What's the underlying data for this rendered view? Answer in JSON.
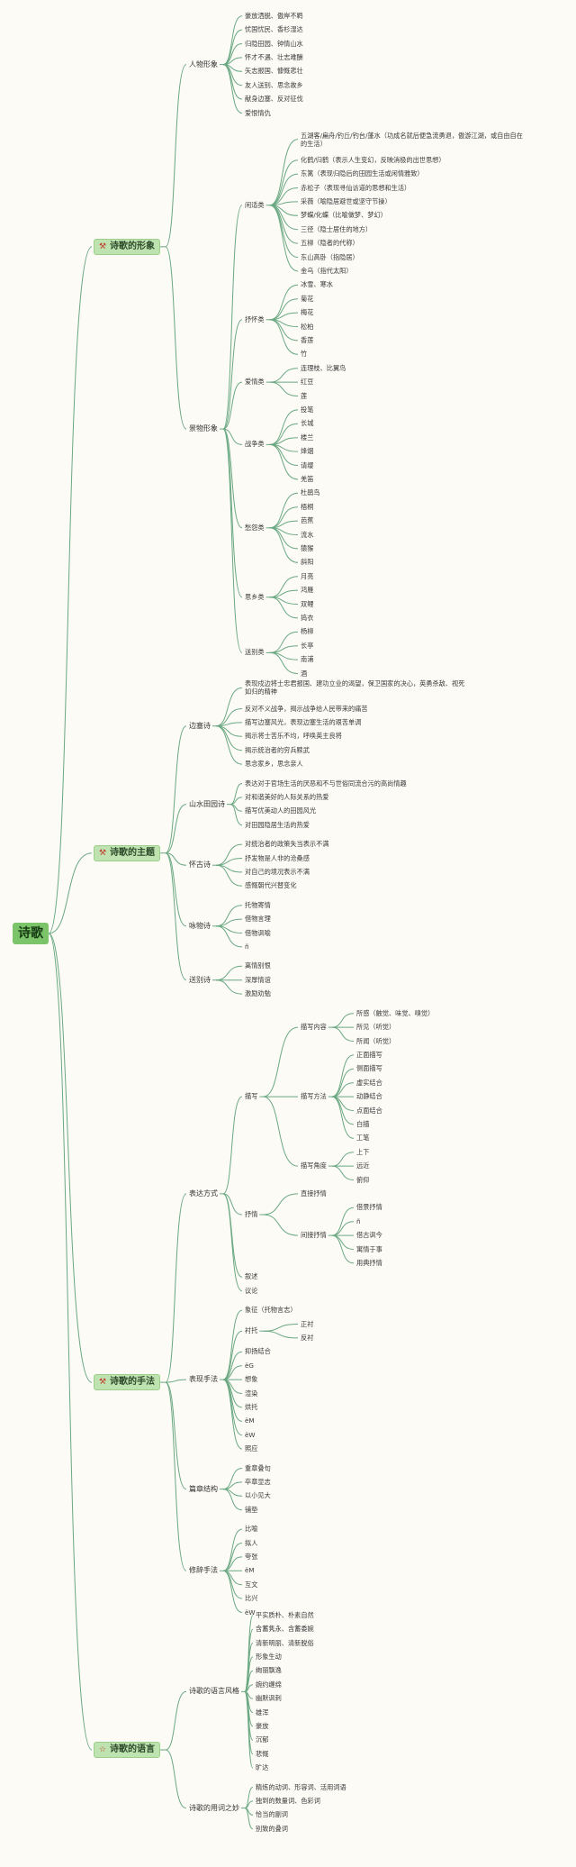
{
  "root": "诗歌",
  "branches": [
    {
      "label": "诗歌的形象",
      "icon": "tools-icon",
      "children": [
        {
          "label": "人物形象",
          "children": [
            {
              "label": "豪放洒脱、傲岸不羁"
            },
            {
              "label": "忧国忧民、香杉湿达"
            },
            {
              "label": "归隐田园、钟情山水"
            },
            {
              "label": "怀才不遇、壮志难酬"
            },
            {
              "label": "矢志报国、慷慨悲壮"
            },
            {
              "label": "友人送别、思念故乡"
            },
            {
              "label": "献身边塞、反对征伐"
            },
            {
              "label": "爱恨情仇"
            }
          ]
        },
        {
          "label": "景物形象",
          "children": [
            {
              "label": "闲适类",
              "children": [
                {
                  "label": "五湖客/扁舟/钓丘/钓台/蓬水（功成名就后便急流勇退，傲游江湖，或自由自在的生活）"
                },
                {
                  "label": "化鹤/归鹤（表示人生变幻，反映消极的出世思想）"
                },
                {
                  "label": "东篱（表现归隐后的田园生活或闲情雅致）"
                },
                {
                  "label": "赤松子（表现寻仙访道的思想和生活）"
                },
                {
                  "label": "采薇（喻隐居避世或坚守节操）"
                },
                {
                  "label": "梦蝶/化蝶（比喻做梦、梦幻）"
                },
                {
                  "label": "三径（隐士居住的地方）"
                },
                {
                  "label": "五柳（隐者的代称）"
                },
                {
                  "label": "东山高卧（指隐居）"
                },
                {
                  "label": "金乌（指代太阳）"
                }
              ]
            },
            {
              "label": "抒怀类",
              "children": [
                {
                  "label": "冰雪、寒水"
                },
                {
                  "label": "菊花"
                },
                {
                  "label": "梅花"
                },
                {
                  "label": "松柏"
                },
                {
                  "label": "香莲"
                },
                {
                  "label": "竹"
                }
              ]
            },
            {
              "label": "爱情类",
              "children": [
                {
                  "label": "连理枝、比翼鸟"
                },
                {
                  "label": "红豆"
                },
                {
                  "label": "莲"
                }
              ]
            },
            {
              "label": "战争类",
              "children": [
                {
                  "label": "投笔"
                },
                {
                  "label": "长城"
                },
                {
                  "label": "楼兰"
                },
                {
                  "label": "烽烟"
                },
                {
                  "label": "请缨"
                },
                {
                  "label": "羌笛"
                }
              ]
            },
            {
              "label": "愁怨类",
              "children": [
                {
                  "label": "杜鹃鸟"
                },
                {
                  "label": "梧桐"
                },
                {
                  "label": "芭蕉"
                },
                {
                  "label": "流水"
                },
                {
                  "label": "猿猴"
                },
                {
                  "label": "斜阳"
                }
              ]
            },
            {
              "label": "思乡类",
              "children": [
                {
                  "label": "月亮"
                },
                {
                  "label": "鸿雁"
                },
                {
                  "label": "双鲤"
                },
                {
                  "label": "捣衣"
                }
              ]
            },
            {
              "label": "送别类",
              "children": [
                {
                  "label": "杨柳"
                },
                {
                  "label": "长亭"
                },
                {
                  "label": "南浦"
                },
                {
                  "label": "酒"
                }
              ]
            }
          ]
        }
      ]
    },
    {
      "label": "诗歌的主题",
      "icon": "tools-icon",
      "children": [
        {
          "label": "边塞诗",
          "children": [
            {
              "label": "表现戍边将士忠君报国、建功立业的渴望，保卫国家的决心，英勇杀敌、视死如归的精神"
            },
            {
              "label": "反对不义战争，揭示战争给人民带来的痛苦"
            },
            {
              "label": "描写边塞风光，表现边塞生活的艰苦单调"
            },
            {
              "label": "揭示将士苦乐不均，呼唤英主良将"
            },
            {
              "label": "揭示统治者的穷兵黩武"
            },
            {
              "label": "思念家乡，思念亲人"
            }
          ]
        },
        {
          "label": "山水田园诗",
          "children": [
            {
              "label": "表达对于官场生活的厌恶和不与世俗同流合污的高尚情趣"
            },
            {
              "label": "对和谐美好的人际关系的热爱"
            },
            {
              "label": "描写优美动人的田园风光"
            },
            {
              "label": "对田园隐居生活的热爱"
            }
          ]
        },
        {
          "label": "怀古诗",
          "children": [
            {
              "label": "对统治者的政策失当表示不满"
            },
            {
              "label": "抒发物是人非的沧桑感"
            },
            {
              "label": "对自己的境况表示不满"
            },
            {
              "label": "感慨朝代兴替变化"
            }
          ]
        },
        {
          "label": "咏物诗",
          "children": [
            {
              "label": "托物寄情"
            },
            {
              "label": "借物言理"
            },
            {
              "label": "借物讽喻"
            },
            {
              "label": "ñ"
            }
          ]
        },
        {
          "label": "送别诗",
          "children": [
            {
              "label": "离情别恨"
            },
            {
              "label": "深厚情谊"
            },
            {
              "label": "激励劝勉"
            }
          ]
        }
      ]
    },
    {
      "label": "诗歌的手法",
      "icon": "tools-icon",
      "children": [
        {
          "label": "表达方式",
          "children": [
            {
              "label": "描写",
              "children": [
                {
                  "label": "描写内容",
                  "children": [
                    {
                      "label": "所感（触觉、味觉、嗅觉）"
                    },
                    {
                      "label": "所见（听觉）"
                    },
                    {
                      "label": "所闻（听觉）"
                    }
                  ]
                },
                {
                  "label": "描写方法",
                  "children": [
                    {
                      "label": "正面描写"
                    },
                    {
                      "label": "侧面描写"
                    },
                    {
                      "label": "虚实结合"
                    },
                    {
                      "label": "动静结合"
                    },
                    {
                      "label": "点面结合"
                    },
                    {
                      "label": "白描"
                    },
                    {
                      "label": "工笔"
                    }
                  ]
                },
                {
                  "label": "描写角度",
                  "children": [
                    {
                      "label": "上下"
                    },
                    {
                      "label": "远近"
                    },
                    {
                      "label": "俯仰"
                    }
                  ]
                }
              ]
            },
            {
              "label": "抒情",
              "children": [
                {
                  "label": "直接抒情"
                },
                {
                  "label": "间接抒情",
                  "children": [
                    {
                      "label": "借景抒情"
                    },
                    {
                      "label": "ñ"
                    },
                    {
                      "label": "借古讽今"
                    },
                    {
                      "label": "寓情于事"
                    },
                    {
                      "label": "用典抒情"
                    }
                  ]
                }
              ]
            },
            {
              "label": "叙述"
            },
            {
              "label": "议论"
            }
          ]
        },
        {
          "label": "表现手法",
          "children": [
            {
              "label": "象征（托物言志）"
            },
            {
              "label": "衬托",
              "children": [
                {
                  "label": "正衬"
                },
                {
                  "label": "反衬"
                }
              ]
            },
            {
              "label": "抑扬结合"
            },
            {
              "label": "ëG"
            },
            {
              "label": "想象"
            },
            {
              "label": "渲染"
            },
            {
              "label": "烘托"
            },
            {
              "label": "ëM"
            },
            {
              "label": "ëW"
            },
            {
              "label": "照应"
            }
          ]
        },
        {
          "label": "篇章结构",
          "children": [
            {
              "label": "重章叠句"
            },
            {
              "label": "卒章显志"
            },
            {
              "label": "以小见大"
            },
            {
              "label": "铺垫"
            }
          ]
        },
        {
          "label": "修辞手法",
          "children": [
            {
              "label": "比喻"
            },
            {
              "label": "拟人"
            },
            {
              "label": "夸张"
            },
            {
              "label": "ëM"
            },
            {
              "label": "互文"
            },
            {
              "label": "比兴"
            },
            {
              "label": "ëW"
            }
          ]
        }
      ]
    },
    {
      "label": "诗歌的语言",
      "icon": "star-icon",
      "children": [
        {
          "label": "诗歌的语言风格",
          "children": [
            {
              "label": "平实质朴、朴素自然"
            },
            {
              "label": "含蓄隽永、含蓄委婉"
            },
            {
              "label": "清新明丽、清新脱俗"
            },
            {
              "label": "形象生动"
            },
            {
              "label": "绚丽飘逸"
            },
            {
              "label": "婉约缠绵"
            },
            {
              "label": "幽默讽刺"
            },
            {
              "label": "雄浑"
            },
            {
              "label": "豪放"
            },
            {
              "label": "沉郁"
            },
            {
              "label": "悲慨"
            },
            {
              "label": "旷达"
            }
          ]
        },
        {
          "label": "诗歌的用词之妙",
          "children": [
            {
              "label": "精炼的动词、形容词、活用词语"
            },
            {
              "label": "独到的数量词、色彩词"
            },
            {
              "label": "恰当的副词"
            },
            {
              "label": "别致的叠词"
            }
          ]
        }
      ]
    }
  ],
  "colors": {
    "line": "#6aa882",
    "box_bg": "#bfe3b0",
    "root_bg": "#7cc46a",
    "text": "#3a3a3a"
  }
}
